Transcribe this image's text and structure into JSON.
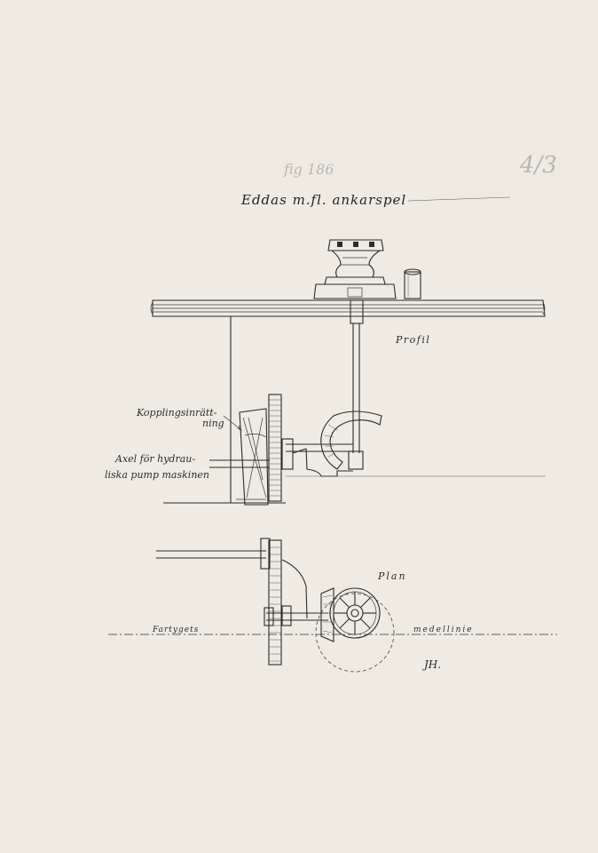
{
  "title": "Eddas m.fl. ankarspel",
  "pencil_figure_note": "fig 186",
  "pencil_sheet_number": "4/3",
  "labels": {
    "profil": "Profil",
    "plan": "Plan",
    "kopplings_line1": "Kopplingsinrätt-",
    "kopplings_line2": "ning",
    "axel_line1": "Axel för hydrau-",
    "axel_line2": "liska pump maskinen",
    "fartygets": "Fartygets",
    "medellinie": "medellinie",
    "initials": "JH."
  },
  "colors": {
    "paper": "#efebe3",
    "ink": "#2a2a2a",
    "pencil": "#b9b6b0"
  }
}
